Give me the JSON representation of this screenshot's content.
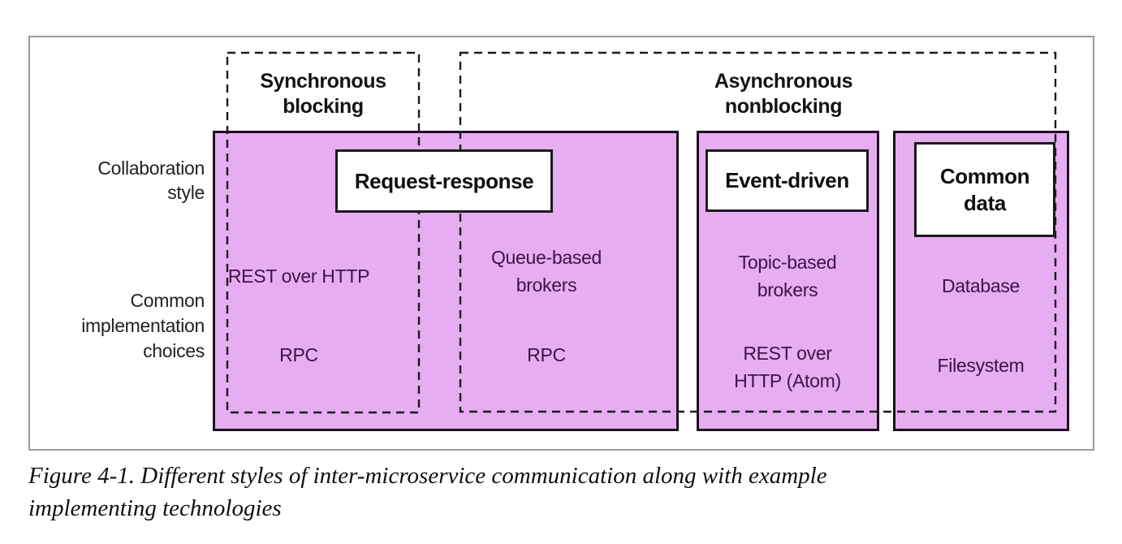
{
  "figure": {
    "phase_labels": {
      "synchronous": "Synchronous\nblocking",
      "asynchronous": "Asynchronous\nnonblocking"
    },
    "row_labels": {
      "collaboration_style": "Collaboration\nstyle",
      "implementation_choices": "Common\nimplementation\nchoices"
    },
    "collaboration_styles": {
      "request_response": {
        "label": "Request-response",
        "sync_implementations": [
          "REST over HTTP",
          "RPC"
        ],
        "async_implementations": [
          "Queue-based\nbrokers",
          "RPC"
        ]
      },
      "event_driven": {
        "label": "Event-driven",
        "implementations": [
          "Topic-based\nbrokers",
          "REST over\nHTTP (Atom)"
        ]
      },
      "common_data": {
        "label": "Common\ndata",
        "implementations": [
          "Database",
          "Filesystem"
        ]
      }
    },
    "colors": {
      "box_fill": "#e6adf0",
      "box_border": "#200e24",
      "label_box_border": "#1a1a1a",
      "implementation_text": "#3e1246",
      "dashed_line": "#1b1b1b",
      "container_border": "#9b9b9b",
      "heading_text": "#141414"
    }
  },
  "caption": {
    "text": "Figure 4-1. Different styles of inter-microservice communication along with example\nimplementing technologies"
  }
}
